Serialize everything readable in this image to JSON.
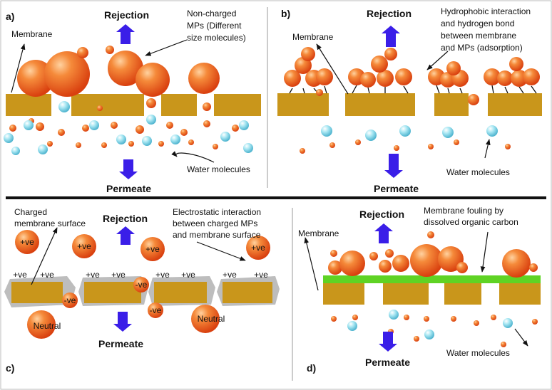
{
  "panels": {
    "a": {
      "letter": "a)",
      "rejection": "Rejection",
      "permeate": "Permeate",
      "membrane": "Membrane",
      "note_line1": "Non-charged",
      "note_line2": "MPs (Different",
      "note_line3": "size molecules)",
      "water": "Water molecules"
    },
    "b": {
      "letter": "b)",
      "rejection": "Rejection",
      "permeate": "Permeate",
      "membrane": "Membrane",
      "note_line1": "Hydrophobic interaction",
      "note_line2": "and hydrogen bond",
      "note_line3": "between membrane",
      "note_line4": "and MPs (adsorption)",
      "water": "Water molecules"
    },
    "c": {
      "letter": "c)",
      "rejection": "Rejection",
      "permeate": "Permeate",
      "surface_line1": "Charged",
      "surface_line2": "membrane surface",
      "note_line1": "Electrostatic interaction",
      "note_line2": "between charged MPs",
      "note_line3": "and membrane surface",
      "positive": "+ve",
      "negative": "-ve",
      "neutral": "Neutral"
    },
    "d": {
      "letter": "d)",
      "rejection": "Rejection",
      "permeate": "Permeate",
      "membrane": "Membrane",
      "note_line1": "Membrane fouling by",
      "note_line2": "dissolved organic carbon",
      "water": "Water molecules"
    }
  },
  "colors": {
    "membrane": "#c9961b",
    "arrow": "#3a1ee8",
    "mp": "#e8561e",
    "water": "#7fd4e6",
    "charged_layer": "#bdbdbd",
    "fouling": "#5fd324"
  }
}
